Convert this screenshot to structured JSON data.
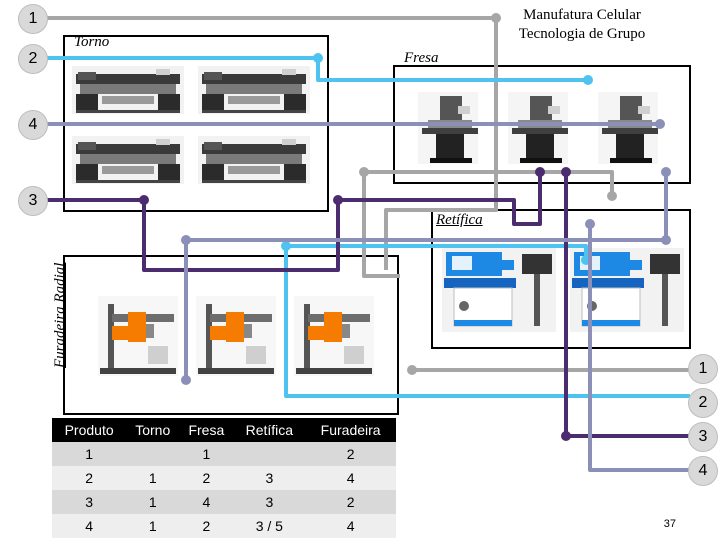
{
  "title": [
    "Manufatura Celular",
    "Tecnologia de Grupo"
  ],
  "cells": {
    "torno": "Torno",
    "fresa": "Fresa",
    "retifica": "Retífica",
    "furadeira": "Furadeira Radial"
  },
  "route_badges": {
    "left": [
      "1",
      "2",
      "4",
      "3"
    ],
    "right": [
      "1",
      "2",
      "3",
      "4"
    ]
  },
  "table": {
    "headers": [
      "Produto",
      "Torno",
      "Fresa",
      "Retífica",
      "Furadeira"
    ],
    "rows": [
      [
        "1",
        "",
        "1",
        "",
        "2"
      ],
      [
        "2",
        "1",
        "2",
        "3",
        "4"
      ],
      [
        "3",
        "1",
        "4",
        "3",
        "2"
      ],
      [
        "4",
        "1",
        "2",
        "3 / 5",
        "4"
      ]
    ]
  },
  "colors": {
    "route1": "#a6a6a6",
    "route2": "#4fc3f0",
    "route3": "#4b2c6e",
    "route4": "#8c8fb8"
  },
  "page_number": "37"
}
